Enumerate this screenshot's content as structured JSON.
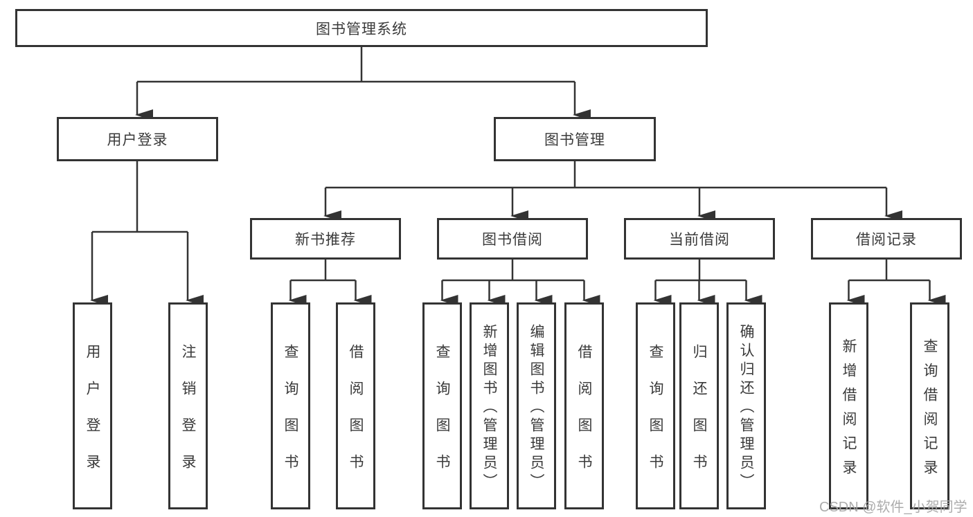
{
  "diagram": {
    "root": {
      "label": "图书管理系统"
    },
    "branches": [
      {
        "label": "用户登录",
        "children": [
          {
            "label": "用户登录"
          },
          {
            "label": "注销登录"
          }
        ]
      },
      {
        "label": "图书管理",
        "children": [
          {
            "label": "新书推荐",
            "children": [
              {
                "label": "查询图书"
              },
              {
                "label": "借阅图书"
              }
            ]
          },
          {
            "label": "图书借阅",
            "children": [
              {
                "label": "查询图书"
              },
              {
                "label": "新增图书（管理员）"
              },
              {
                "label": "编辑图书（管理员）"
              },
              {
                "label": "借阅图书"
              }
            ]
          },
          {
            "label": "当前借阅",
            "children": [
              {
                "label": "查询图书"
              },
              {
                "label": "归还图书"
              },
              {
                "label": "确认归还（管理员）"
              }
            ]
          },
          {
            "label": "借阅记录",
            "children": [
              {
                "label": "新增借阅记录"
              },
              {
                "label": "查询借阅记录"
              }
            ]
          }
        ]
      }
    ]
  },
  "watermark": {
    "text": "CSDN @软件_小贺同学"
  },
  "colors": {
    "line": "#333333",
    "box_border": "#333333",
    "text": "#3a3a3a",
    "watermark": "#a6a6a6",
    "background": "#ffffff"
  }
}
